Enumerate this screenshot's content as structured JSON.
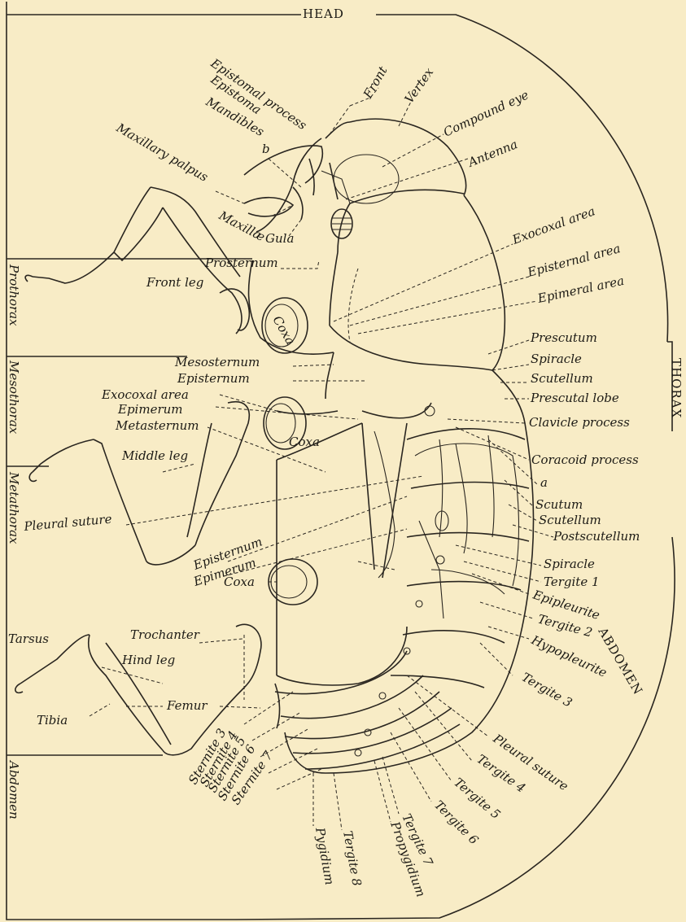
{
  "regions": {
    "head": "HEAD",
    "thorax": "THORAX",
    "abdomen": "ABDOMEN",
    "prothorax": "Prothorax",
    "mesothorax": "Mesothorax",
    "metathorax": "Metathorax",
    "abdomen_side": "Abdomen"
  },
  "labels": {
    "epistomal_process": "Epistomal process",
    "epistoma": "Epistoma",
    "front": "Front",
    "vertex": "Vertex",
    "compound_eye": "Compound eye",
    "antenna": "Antenna",
    "mandibles": "Mandibles",
    "b": "b",
    "maxillary_palpus": "Maxillary palpus",
    "maxillae": "Maxillæ",
    "gula": "Gula",
    "prosternum": "Prosternum",
    "exocoxal_area_1": "Exocoxal area",
    "episternal_area": "Episternal area",
    "epimeral_area": "Epimeral area",
    "front_leg": "Front leg",
    "coxa_1": "Coxa",
    "prescutum": "Prescutum",
    "spiracle_1": "Spiracle",
    "scutellum_1": "Scutellum",
    "prescutal_lobe": "Prescutal lobe",
    "clavicle_process": "Clavicle process",
    "mesosternum": "Mesosternum",
    "episternum_1": "Episternum",
    "exocoxal_area_2": "Exocoxal area",
    "epimerum_1": "Epimerum",
    "metasternum": "Metasternum",
    "coxa_2": "Coxa",
    "middle_leg": "Middle leg",
    "coracoid_process": "Coracoid process",
    "a": "a",
    "scutum": "Scutum",
    "scutellum_2": "Scutellum",
    "postscutellum": "Postscutellum",
    "pleural_suture_1": "Pleural suture",
    "episternum_2": "Episternum",
    "epimerum_2": "Epimerum",
    "coxa_3": "Coxa",
    "spiracle_2": "Spiracle",
    "tergite_1": "Tergite 1",
    "epipleurite": "Epipleurite",
    "tergite_2": "Tergite 2",
    "hypopleurite": "Hypopleurite",
    "tergite_3": "Tergite 3",
    "trochanter": "Trochanter",
    "hind_leg": "Hind leg",
    "tarsus": "Tarsus",
    "femur": "Femur",
    "tibia": "Tibia",
    "pleural_suture_2": "Pleural suture",
    "tergite_4": "Tergite 4",
    "tergite_5": "Tergite 5",
    "tergite_6": "Tergite 6",
    "tergite_7": "Tergite 7",
    "propygidium": "Propygidium",
    "tergite_8": "Tergite 8",
    "pygidium": "Pygidium",
    "sternite_3": "Sternite 3",
    "sternite_4": "Sternite 4",
    "sternite_5": "Sternite 5",
    "sternite_6": "Sternite 6",
    "sternite_7": "Sternite 7"
  },
  "colors": {
    "paper": "#f8ecc6",
    "ink": "#1c1a15"
  }
}
